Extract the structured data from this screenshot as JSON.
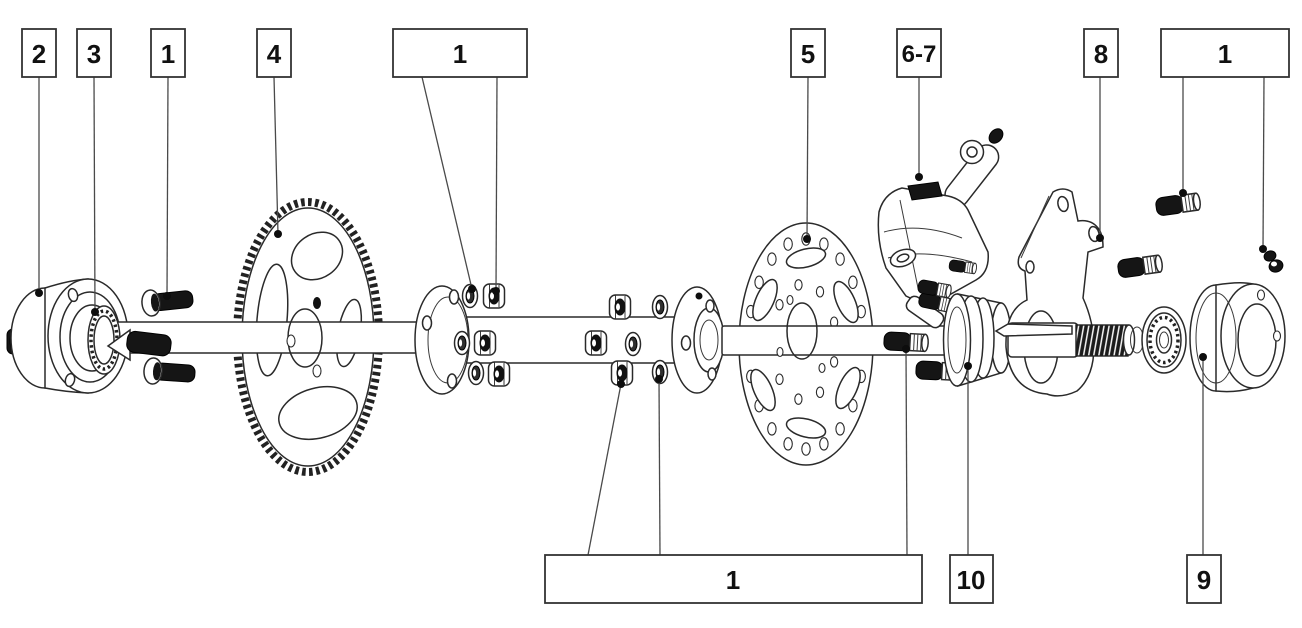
{
  "diagram": {
    "callouts": [
      {
        "part": "freewheel-hub",
        "label": "2"
      },
      {
        "part": "bearing-collar",
        "label": "3"
      },
      {
        "part": "axle-bolts-left",
        "label": "1"
      },
      {
        "part": "sprocket",
        "label": "4"
      },
      {
        "part": "flange-hardware-top",
        "label": "1"
      },
      {
        "part": "brake-disc",
        "label": "5"
      },
      {
        "part": "brake-caliper",
        "label": "6-7"
      },
      {
        "part": "caliper-bracket",
        "label": "8"
      },
      {
        "part": "socket-bolts-right",
        "label": "1"
      },
      {
        "part": "axle-hardware-bottom",
        "label": "1"
      },
      {
        "part": "disc-spacer",
        "label": "10"
      },
      {
        "part": "wheel-hub",
        "label": "9"
      }
    ],
    "colors": {
      "background": "#ffffff",
      "line": "#2a2a2a",
      "leader_line": "#4a4a4a",
      "hardware_dark": "#151515",
      "label_border": "#333333",
      "label_text": "#111111"
    }
  }
}
